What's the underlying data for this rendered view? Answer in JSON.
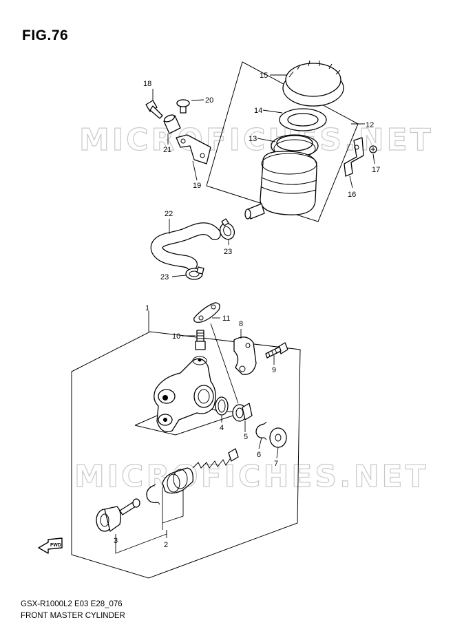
{
  "figure": {
    "title": "FIG.76"
  },
  "watermark": {
    "text": "MICROFICHES.NET"
  },
  "footer": {
    "model_code": "GSX-R1000L2 E03 E28_076",
    "assembly_name": "FRONT MASTER CYLINDER"
  },
  "fwd_label": "FWD",
  "callouts": [
    {
      "id": "1",
      "label": "1"
    },
    {
      "id": "2",
      "label": "2"
    },
    {
      "id": "3",
      "label": "3"
    },
    {
      "id": "4",
      "label": "4"
    },
    {
      "id": "5",
      "label": "5"
    },
    {
      "id": "6",
      "label": "6"
    },
    {
      "id": "7",
      "label": "7"
    },
    {
      "id": "8",
      "label": "8"
    },
    {
      "id": "9",
      "label": "9"
    },
    {
      "id": "10",
      "label": "10"
    },
    {
      "id": "11",
      "label": "11"
    },
    {
      "id": "12",
      "label": "12"
    },
    {
      "id": "13",
      "label": "13"
    },
    {
      "id": "14",
      "label": "14"
    },
    {
      "id": "15",
      "label": "15"
    },
    {
      "id": "16",
      "label": "16"
    },
    {
      "id": "17",
      "label": "17"
    },
    {
      "id": "18",
      "label": "18"
    },
    {
      "id": "19",
      "label": "19"
    },
    {
      "id": "20",
      "label": "20"
    },
    {
      "id": "21",
      "label": "21"
    },
    {
      "id": "22",
      "label": "22"
    },
    {
      "id": "23a",
      "label": "23"
    },
    {
      "id": "23b",
      "label": "23"
    }
  ]
}
